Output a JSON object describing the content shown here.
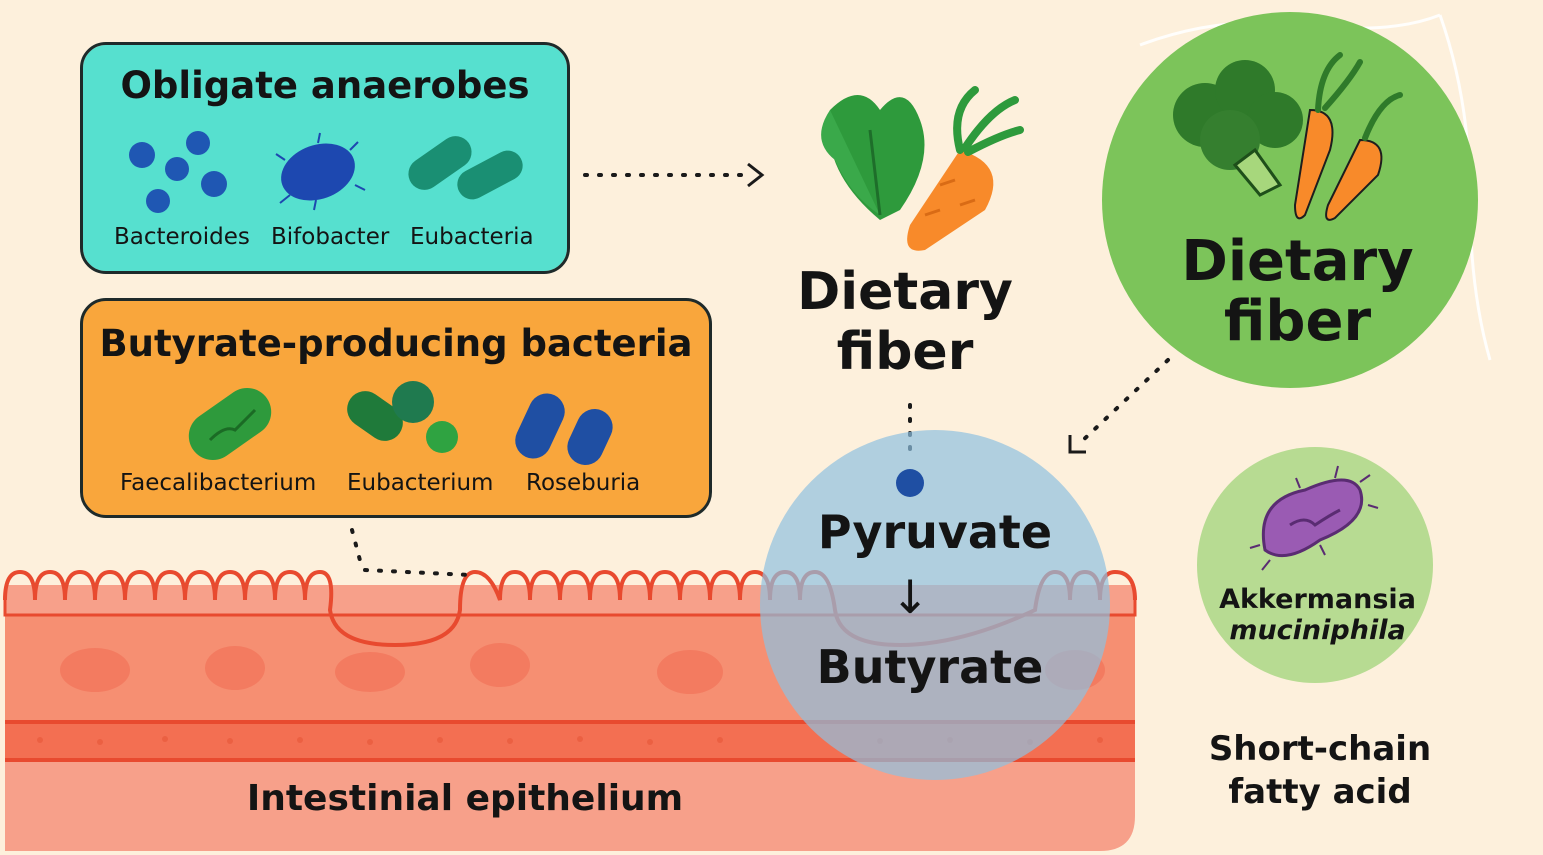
{
  "anaerobes": {
    "title": "Obligate anaerobes",
    "species": [
      "Bacteroides",
      "Bifobacter",
      "Eubacteria"
    ],
    "color": "#56e0cf"
  },
  "butyrate_bacteria": {
    "title": "Butyrate-producing bacteria",
    "species": [
      "Faecalibacterium",
      "Eubacterium",
      "Roseburia"
    ],
    "color": "#f9a63c"
  },
  "dietary_fiber_center": {
    "line1": "Dietary",
    "line2": "fiber"
  },
  "dietary_fiber_circle": {
    "line1": "Dietary",
    "line2": "fiber",
    "color": "#7cc45a"
  },
  "metabolism": {
    "from": "Pyruvate",
    "arrow": "↓",
    "to": "Butyrate",
    "color": "#8ec1e0"
  },
  "akkermansia": {
    "line1": "Akkermansia",
    "line2": "muciniphila",
    "color": "#b7db92"
  },
  "scfa": {
    "line1": "Short-chain",
    "line2": "fatty acid"
  },
  "epithelium": {
    "label": "Intestinial epithelium",
    "color": "#f47b5e"
  }
}
